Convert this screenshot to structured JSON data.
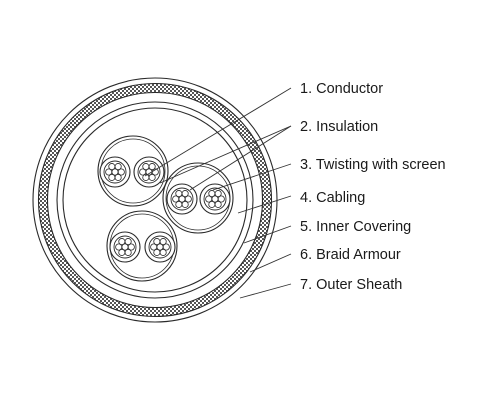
{
  "legend": {
    "items": [
      {
        "number": "1.",
        "text": "Conductor"
      },
      {
        "number": "2.",
        "text": "Insulation"
      },
      {
        "number": "3.",
        "text": "Twisting with screen"
      },
      {
        "number": "4.",
        "text": "Cabling"
      },
      {
        "number": "5.",
        "text": "Inner Covering"
      },
      {
        "number": "6.",
        "text": "Braid Armour"
      },
      {
        "number": "7.",
        "text": "Outer Sheath"
      }
    ]
  }
}
